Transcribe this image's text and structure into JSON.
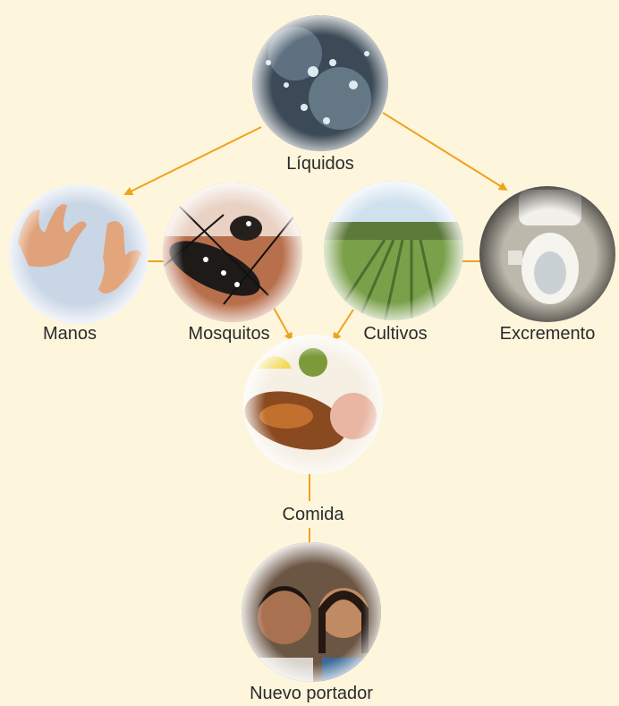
{
  "colors": {
    "background": "#fdf6dc",
    "arrow": "#f0a21e",
    "connector": "#f0a21e",
    "text": "#2b2b2b"
  },
  "nodes": {
    "liquids": {
      "label": "Líquidos",
      "image": "liquid-splash-photo"
    },
    "hands": {
      "label": "Manos",
      "image": "hands-photo"
    },
    "mosquito": {
      "label": "Mosquitos",
      "image": "mosquito-photo"
    },
    "crops": {
      "label": "Cultivos",
      "image": "crop-field-photo"
    },
    "excrement": {
      "label": "Excremento",
      "image": "toilet-photo"
    },
    "food": {
      "label": "Comida",
      "image": "fish-dish-photo"
    },
    "carrier": {
      "label": "Nuevo portador",
      "image": "children-photo"
    }
  },
  "edges": [
    {
      "from": "liquids",
      "to": "hands",
      "style": "arrow"
    },
    {
      "from": "liquids",
      "to": "excrement",
      "style": "arrow"
    },
    {
      "from": "hands",
      "to": "mosquito",
      "style": "line"
    },
    {
      "from": "crops",
      "to": "excrement",
      "style": "line"
    },
    {
      "from": "mosquito",
      "to": "food",
      "style": "arrow"
    },
    {
      "from": "crops",
      "to": "food",
      "style": "arrow"
    },
    {
      "from": "food",
      "to": "carrier",
      "style": "line"
    }
  ]
}
